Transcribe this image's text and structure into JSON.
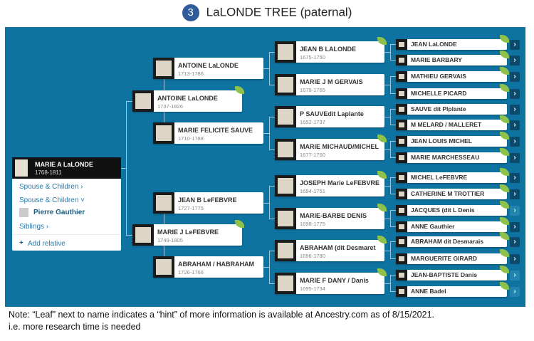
{
  "title": {
    "number": "3",
    "text": "LaLONDE TREE (paternal)"
  },
  "root": {
    "name": "MARIE A LaLONDE",
    "dates": "1768-1811",
    "menu": {
      "spouse1": "Spouse & Children ›",
      "spouse2": "Spouse & Children ˅",
      "spouse_name": "Pierre Gauthier",
      "siblings": "Siblings ›",
      "add": "Add relative"
    }
  },
  "gen1": [
    {
      "name": "ANTOINE LaLONDE",
      "dates": "1737-1826",
      "leaf": true
    },
    {
      "name": "MARIE J LeFEBVRE",
      "dates": "1749-1805",
      "leaf": true
    }
  ],
  "gen2": [
    {
      "name": "ANTOINE LaLONDE",
      "dates": "1713-1786"
    },
    {
      "name": "MARIE FELICITE SAUVE",
      "dates": "1710-1788"
    },
    {
      "name": "JEAN B LeFEBVRE",
      "dates": "1727-1775"
    },
    {
      "name": "ABRAHAM / HABRAHAM",
      "dates": "1726-1766"
    }
  ],
  "gen3": [
    {
      "name": "JEAN B LALONDE",
      "dates": "1675-1750",
      "leaf": true
    },
    {
      "name": "MARIE J M GERVAIS",
      "dates": "1679-1765",
      "leaf": false
    },
    {
      "name": "P SAUVEdit Laplante",
      "dates": "1652-1737",
      "leaf": false
    },
    {
      "name": "MARIE MICHAUD/MICHEL",
      "dates": "1677-1750",
      "leaf": true
    },
    {
      "name": "JOSEPH Marie LeFEBVRE",
      "dates": "1694-1751",
      "leaf": true
    },
    {
      "name": "MARIE-BARBE DENIS",
      "dates": "1698-1775",
      "leaf": true
    },
    {
      "name": "ABRAHAM (dit Desmaret",
      "dates": "1696-1780",
      "leaf": true
    },
    {
      "name": "MARIE F DANY / Danis",
      "dates": "1695-1734",
      "leaf": true
    }
  ],
  "gen4": [
    {
      "name": "JEAN LaLONDE",
      "leaf": true,
      "pale": false
    },
    {
      "name": "MARIE BARBARY",
      "leaf": true,
      "pale": false
    },
    {
      "name": "MATHIEU GERVAIS",
      "leaf": true,
      "pale": false
    },
    {
      "name": "MICHELLE PICARD",
      "leaf": true,
      "pale": false
    },
    {
      "name": "SAUVE dit Plplante",
      "leaf": false,
      "pale": false
    },
    {
      "name": "M MELARD / MALLERET",
      "leaf": true,
      "pale": false
    },
    {
      "name": "JEAN LOUIS MICHEL",
      "leaf": true,
      "pale": false
    },
    {
      "name": "MARIE MARCHESSEAU",
      "leaf": true,
      "pale": false
    },
    {
      "name": "MICHEL LeFEBVRE",
      "leaf": true,
      "pale": false
    },
    {
      "name": "CATHERINE M TROTTIER",
      "leaf": true,
      "pale": false
    },
    {
      "name": "JACQUES (dit L Denis",
      "leaf": true,
      "pale": true
    },
    {
      "name": "ANNE Gauthier",
      "leaf": true,
      "pale": false
    },
    {
      "name": "ABRAHAM dit Desmarais",
      "leaf": true,
      "pale": false
    },
    {
      "name": "MARGUERITE GIRARD",
      "leaf": true,
      "pale": false
    },
    {
      "name": "JEAN-BAPTISTE Danis",
      "leaf": true,
      "pale": true
    },
    {
      "name": "ANNE Badel",
      "leaf": true,
      "pale": true
    }
  ],
  "note": {
    "line1": "Note: “Leaf” next to name indicates a “hint” of more information is available at Ancestry.com as of 8/15/2021.",
    "line2": "i.e. more research time is needed"
  }
}
